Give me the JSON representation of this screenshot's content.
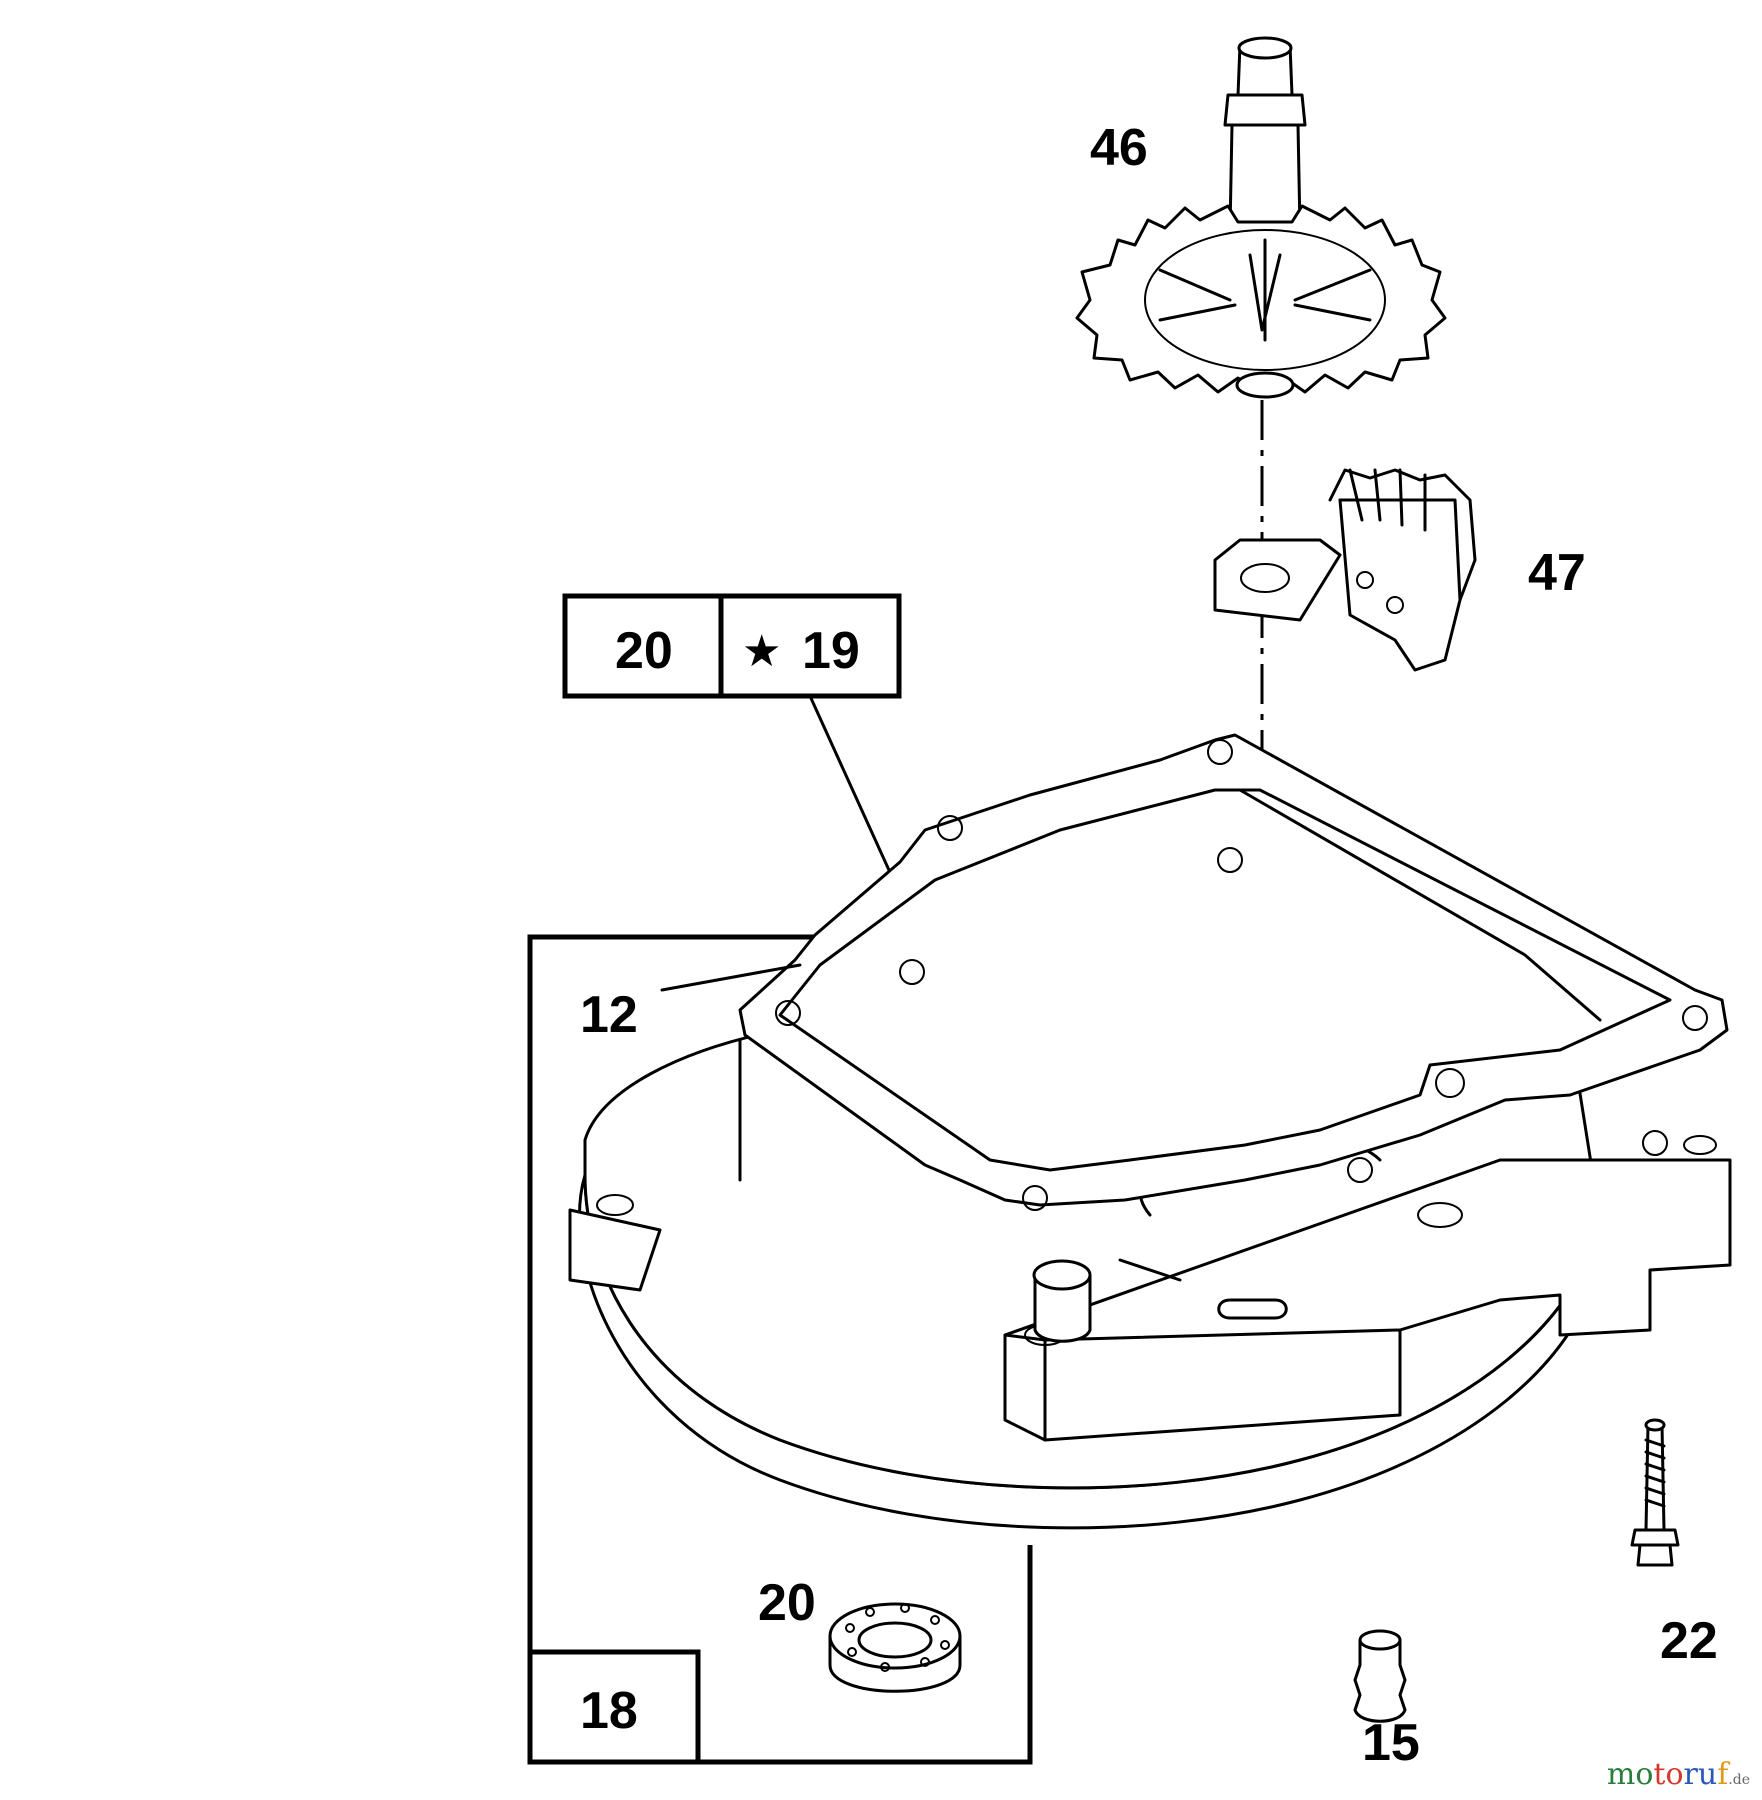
{
  "labels": {
    "part_46": "46",
    "part_47": "47",
    "part_20_box": "20",
    "part_19_box": "19",
    "star_symbol": "★",
    "part_12": "12",
    "part_20_seal": "20",
    "part_18": "18",
    "part_15": "15",
    "part_22": "22"
  },
  "watermark": {
    "brand_letters": [
      "mo",
      "to",
      "ru",
      "f"
    ],
    "tld": ".de"
  },
  "colors": {
    "ink": "#000000",
    "background": "#ffffff"
  }
}
